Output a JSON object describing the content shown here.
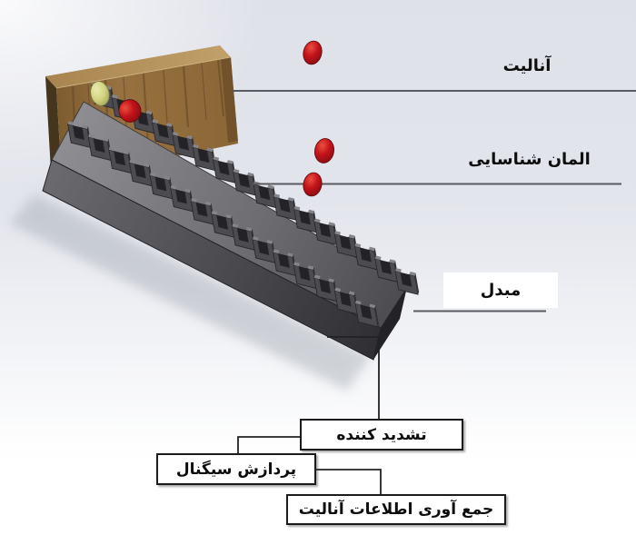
{
  "figure": {
    "type": "biosensor-schematic-diagram",
    "labels": {
      "analyte": "آنالیت",
      "recognition_element": "المان شناسایی",
      "transducer": "مبدل"
    },
    "flow_boxes": {
      "amplifier": "تشدید کننده",
      "signal_processing": "پردازش سیگنال",
      "data_collection": "جمع آوری اطلاعات آنالیت"
    },
    "colors": {
      "analyte_red": "#c4131a",
      "analyte_yellow": "#d3d483",
      "wood_front": "#97713f",
      "chip_gray": "#5a5a5e",
      "pointer_line": "#595b60",
      "connector_line": "#222222",
      "box_border": "#1b1b1b"
    },
    "scene": {
      "receptor_back_count": 16,
      "receptor_front_count": 15,
      "floating_red_particles": 3,
      "bound_red_particles": 1,
      "bound_yellow_particles": 1
    }
  }
}
